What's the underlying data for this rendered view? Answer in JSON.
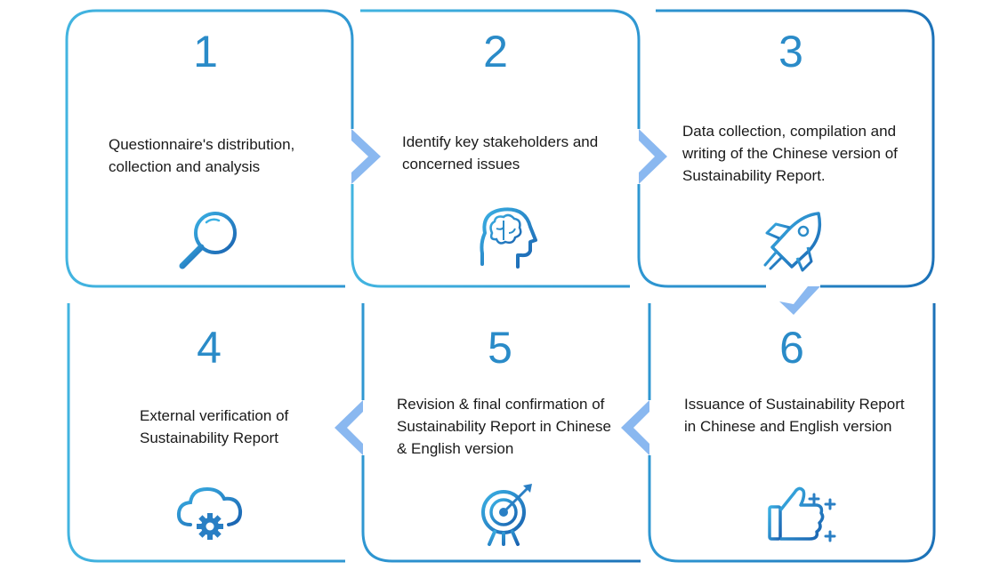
{
  "steps": [
    {
      "number": "1",
      "text": "Questionnaire's distribution, collection and analysis",
      "icon": "magnifier-icon"
    },
    {
      "number": "2",
      "text": "Identify key stakeholders and concerned issues",
      "icon": "brain-head-icon"
    },
    {
      "number": "3",
      "text": "Data collection, compilation and writing of the Chinese version of Sustainability Report.",
      "icon": "rocket-icon"
    },
    {
      "number": "4",
      "text": "External verification of Sustainability Report",
      "icon": "cloud-gear-icon"
    },
    {
      "number": "5",
      "text": "Revision & final confirmation of Sustainability Report in Chinese & English version",
      "icon": "target-icon"
    },
    {
      "number": "6",
      "text": "Issuance of Sustainability Report in Chinese and English version",
      "icon": "thumbs-up-icon"
    }
  ],
  "colors": {
    "outline_light": "#42b4e0",
    "outline_dark": "#1c72b8",
    "arrow": "#8ab8f0",
    "number": "#2a8bc8"
  }
}
